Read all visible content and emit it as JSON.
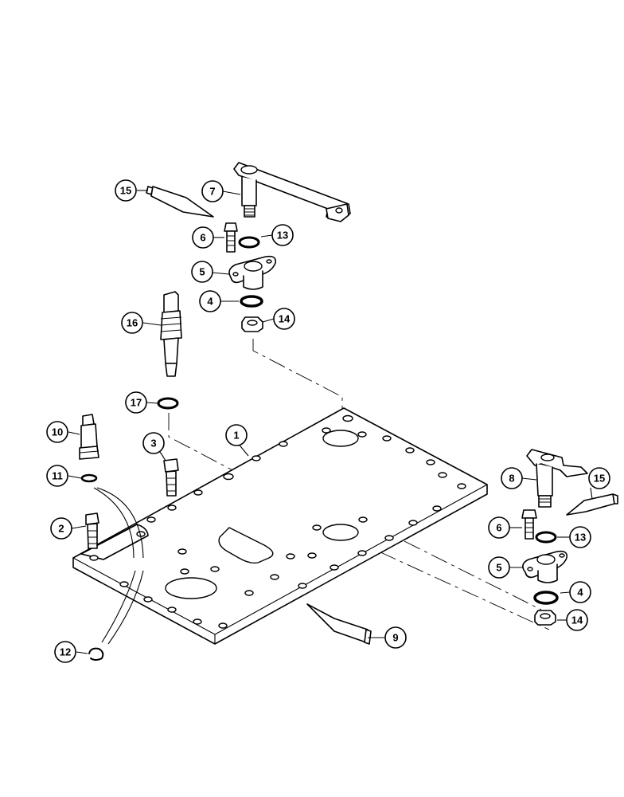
{
  "callouts": [
    {
      "id": "c15a",
      "label": "15"
    },
    {
      "id": "c7",
      "label": "7"
    },
    {
      "id": "c6a",
      "label": "6"
    },
    {
      "id": "c13a",
      "label": "13"
    },
    {
      "id": "c5a",
      "label": "5"
    },
    {
      "id": "c4a",
      "label": "4"
    },
    {
      "id": "c14a",
      "label": "14"
    },
    {
      "id": "c16",
      "label": "16"
    },
    {
      "id": "c17",
      "label": "17"
    },
    {
      "id": "c10",
      "label": "10"
    },
    {
      "id": "c3",
      "label": "3"
    },
    {
      "id": "c1",
      "label": "1"
    },
    {
      "id": "c11",
      "label": "11"
    },
    {
      "id": "c2",
      "label": "2"
    },
    {
      "id": "c12",
      "label": "12"
    },
    {
      "id": "c9",
      "label": "9"
    },
    {
      "id": "c8",
      "label": "8"
    },
    {
      "id": "c15b",
      "label": "15"
    },
    {
      "id": "c6b",
      "label": "6"
    },
    {
      "id": "c13b",
      "label": "13"
    },
    {
      "id": "c5b",
      "label": "5"
    },
    {
      "id": "c4b",
      "label": "4"
    },
    {
      "id": "c14b",
      "label": "14"
    }
  ]
}
